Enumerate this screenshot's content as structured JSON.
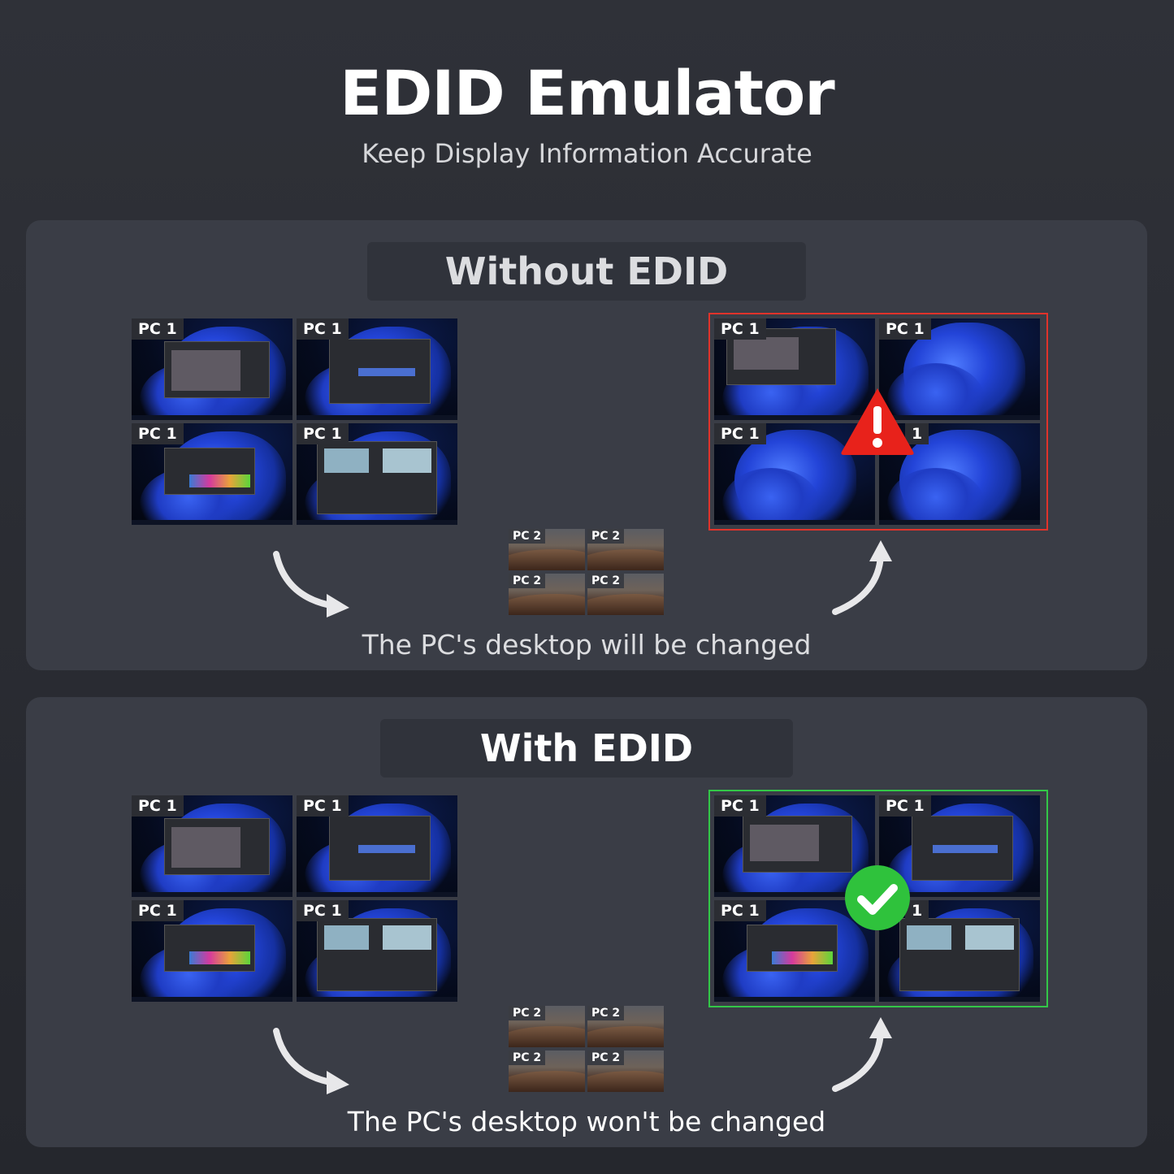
{
  "header": {
    "title": "EDID Emulator",
    "subtitle": "Keep Display Information Accurate"
  },
  "panels": [
    {
      "heading": "Without EDID",
      "caption": "The PC's desktop will be changed",
      "source_labels": [
        "PC 1",
        "PC 1",
        "PC 1",
        "PC 1"
      ],
      "other_labels": [
        "PC 2",
        "PC 2",
        "PC 2",
        "PC 2"
      ],
      "result_labels": [
        "PC 1",
        "PC 1",
        "PC 1",
        "1"
      ],
      "status": "warning",
      "status_color": "#e0332b",
      "status_icon": "warning-icon"
    },
    {
      "heading": "With EDID",
      "caption": "The PC's desktop won't be changed",
      "source_labels": [
        "PC 1",
        "PC 1",
        "PC 1",
        "PC 1"
      ],
      "other_labels": [
        "PC 2",
        "PC 2",
        "PC 2",
        "PC 2"
      ],
      "result_labels": [
        "PC 1",
        "PC 1",
        "PC 1",
        "1"
      ],
      "status": "ok",
      "status_color": "#33c748",
      "status_icon": "check-icon"
    }
  ]
}
